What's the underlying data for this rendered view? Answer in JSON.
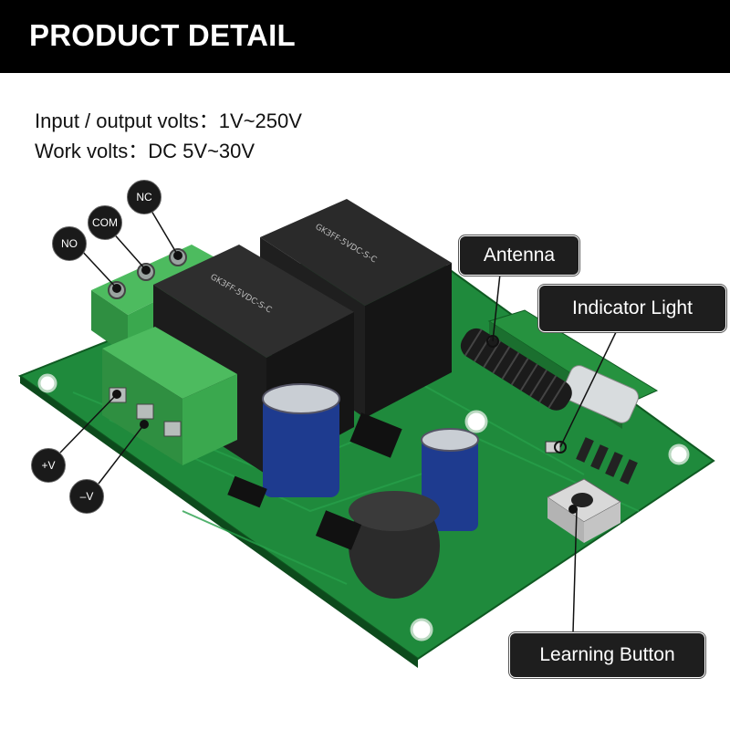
{
  "header": {
    "title": "PRODUCT DETAIL"
  },
  "specs": {
    "line1": "Input / output volts：1V~250V",
    "line2": "Work volts：DC 5V~30V"
  },
  "callouts": {
    "antenna": "Antenna",
    "indicator": "Indicator Light",
    "learning": "Learning Button"
  },
  "terminals": {
    "no": "NO",
    "com": "COM",
    "nc": "NC",
    "plus_v": "+V",
    "minus_v": "–V"
  },
  "colors": {
    "pcb": "#1f8a3c",
    "terminal_block": "#3aa84e",
    "relay": "#1b1b1b",
    "callout_bg": "#1e1e1e"
  }
}
